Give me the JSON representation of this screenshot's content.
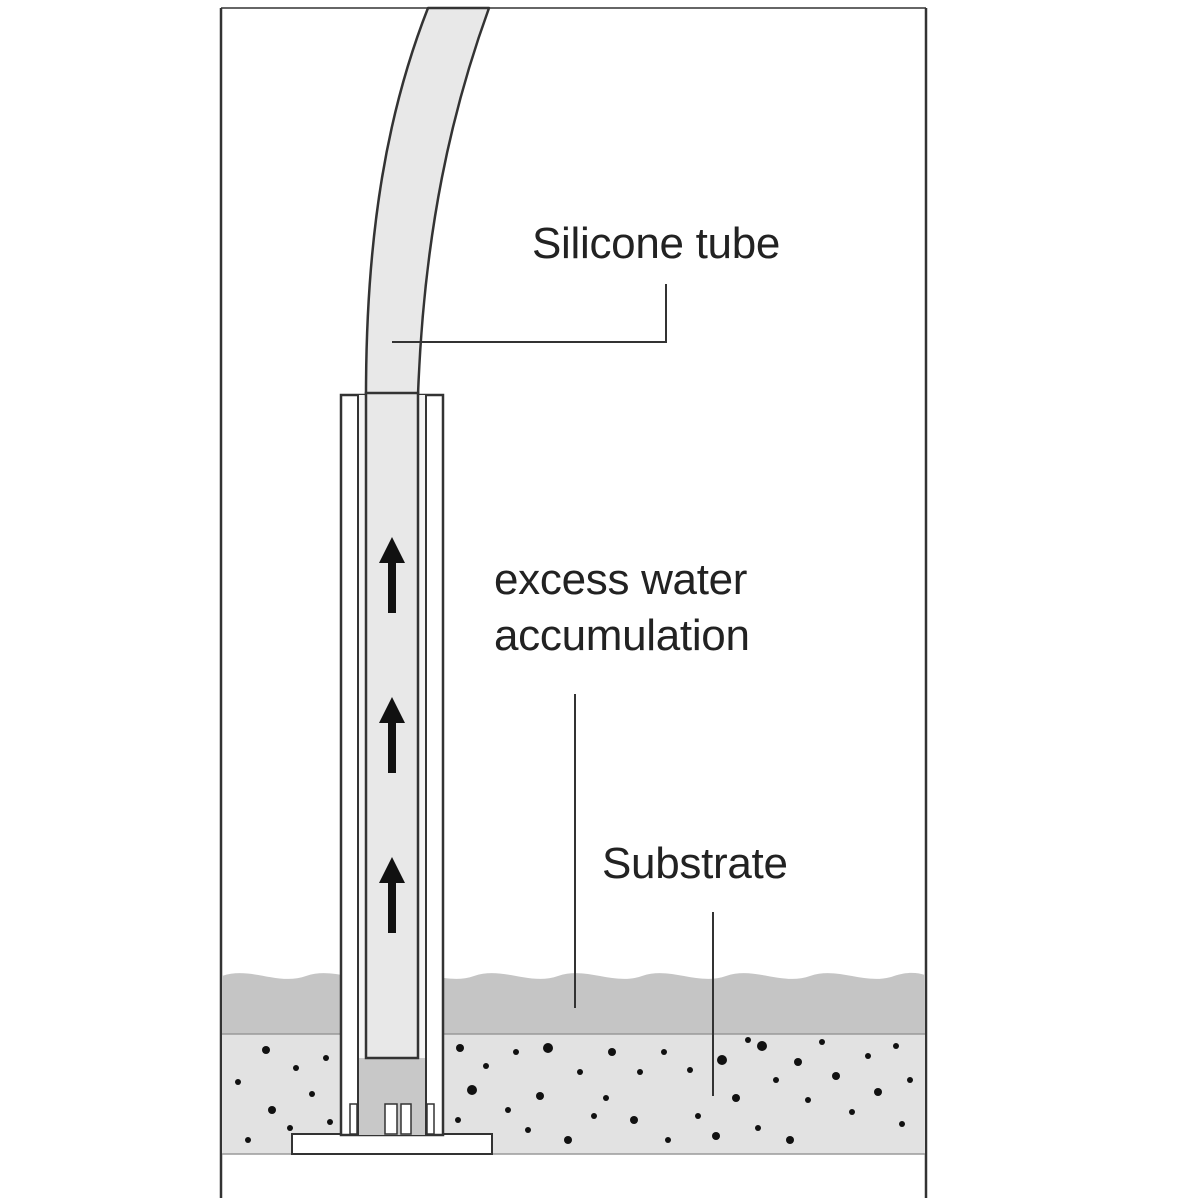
{
  "labels": {
    "silicone_tube": "Silicone tube",
    "excess_water_line1": "excess water",
    "excess_water_line2": "accumulation",
    "substrate": "Substrate"
  },
  "components": {
    "tube_arrows": 3,
    "arrow_direction": "up"
  },
  "colors": {
    "background": "#ffffff",
    "outline": "#333333",
    "tube_fill": "#e8e8e8",
    "water_fill": "#c5c5c5",
    "substrate_fill": "#e2e2e2",
    "particle": "#111111",
    "arrow": "#111111",
    "text": "#222222"
  }
}
